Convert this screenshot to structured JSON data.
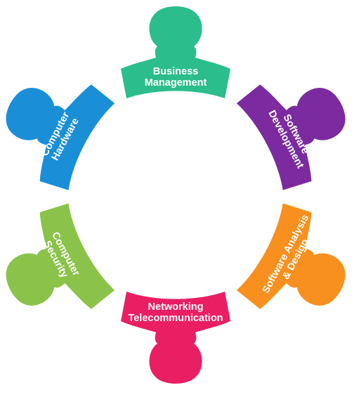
{
  "figures": [
    {
      "id": "business-management",
      "lines": [
        "Business",
        "Management"
      ],
      "color": "#2bbd8c"
    },
    {
      "id": "software-development",
      "lines": [
        "Software",
        "Development"
      ],
      "color": "#7b2b9f"
    },
    {
      "id": "software-analysis",
      "lines": [
        "Software Analysis",
        "& Design"
      ],
      "color": "#f7901e"
    },
    {
      "id": "networking",
      "lines": [
        "Networking",
        "Telecommunication"
      ],
      "color": "#e91e63"
    },
    {
      "id": "computer-security",
      "lines": [
        "Computer",
        "Security"
      ],
      "color": "#8bc34a"
    },
    {
      "id": "computer-hardware",
      "lines": [
        "Computer",
        "Hardware"
      ],
      "color": "#1a8fd8"
    }
  ]
}
